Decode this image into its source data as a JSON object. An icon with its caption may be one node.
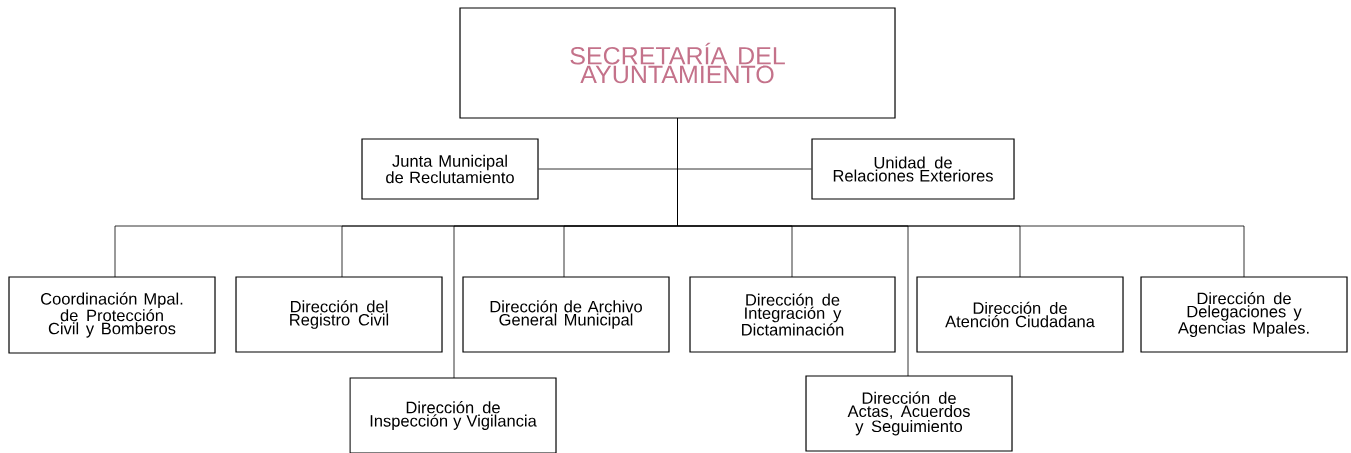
{
  "diagram": {
    "nodes": [
      {
        "text": [
          "SECRETARÍA DEL AYUNTAMIENTO"
        ]
      },
      {
        "text": [
          "Junta Municipal de Reclutamiento"
        ]
      },
      {
        "text": [
          "Unidad de Relaciones Exteriores"
        ]
      },
      {
        "text": [
          "Coordinación Mpal. de Protección Civil y Bomberos"
        ]
      },
      {
        "text": [
          "Dirección del Registro Civil"
        ]
      },
      {
        "text": [
          "Dirección de Inspección y Vigilancia"
        ]
      },
      {
        "text": [
          "Dirección de Archivo General Municipal"
        ]
      },
      {
        "text": [
          "Dirección de Integración y Dictaminación"
        ]
      },
      {
        "text": [
          "Dirección de Actas, Acuerdos y Seguimiento"
        ]
      },
      {
        "text": [
          "Dirección de Atención Ciudadana"
        ]
      },
      {
        "text": [
          "Dirección de Delegaciones y Agencias Mpales."
        ]
      }
    ],
    "edges": [
      {
        "from": 0,
        "to": 1,
        "arrow": "none"
      },
      {
        "from": 0,
        "to": 2,
        "arrow": "none"
      },
      {
        "from": 0,
        "to": 3,
        "arrow": "none"
      },
      {
        "from": 0,
        "to": 4,
        "arrow": "none"
      },
      {
        "from": 0,
        "to": 5,
        "arrow": "none"
      },
      {
        "from": 0,
        "to": 6,
        "arrow": "none"
      },
      {
        "from": 0,
        "to": 7,
        "arrow": "none"
      },
      {
        "from": 0,
        "to": 8,
        "arrow": "none"
      },
      {
        "from": 0,
        "to": 9,
        "arrow": "none"
      },
      {
        "from": 0,
        "to": 10,
        "arrow": "none"
      }
    ]
  }
}
